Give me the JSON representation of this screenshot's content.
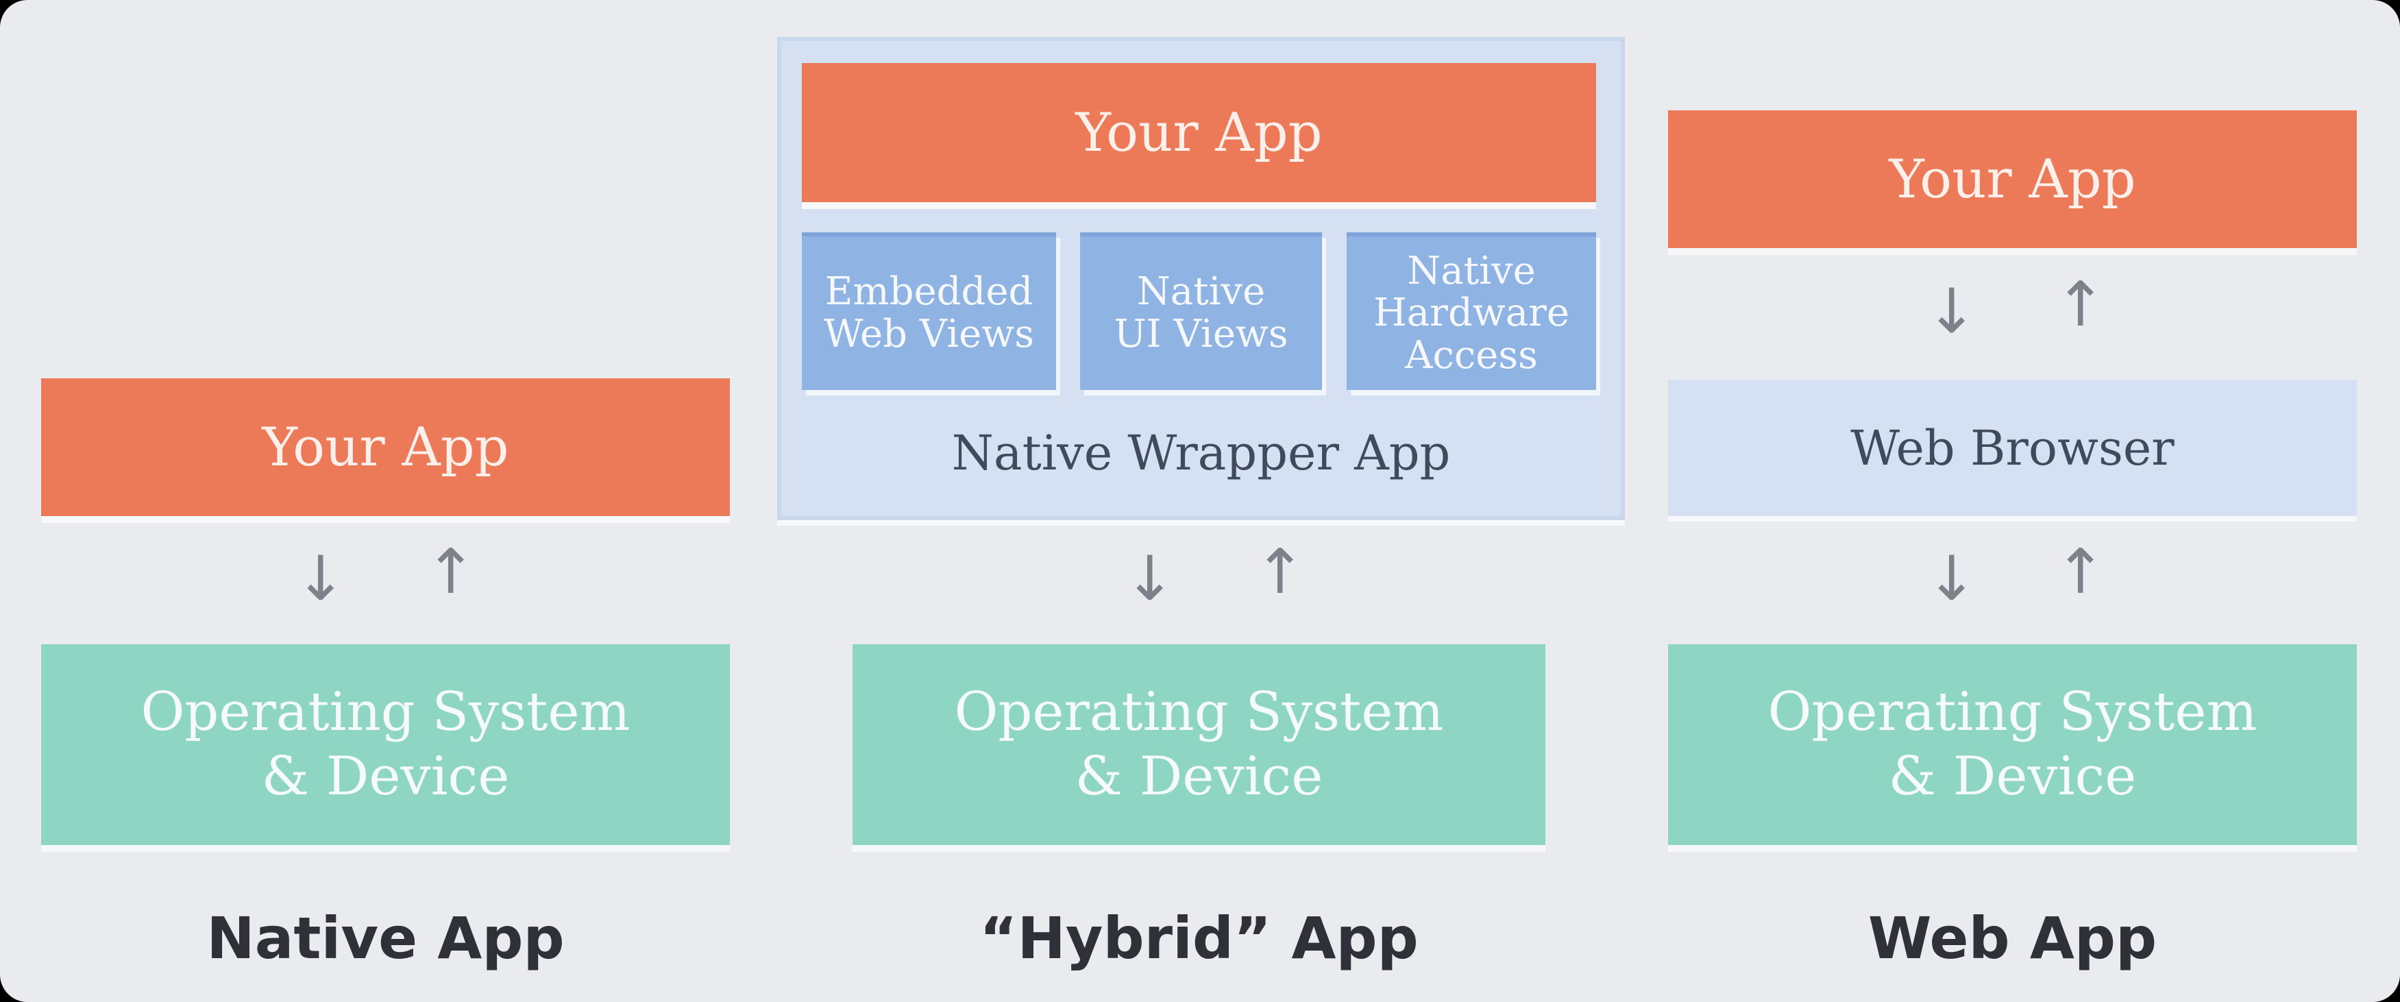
{
  "colors": {
    "background": "#e9ebef",
    "app": "#ec7a58",
    "os": "#8fd5c4",
    "wrapper": "#d5e1f3",
    "component": "#8fb3e3"
  },
  "native": {
    "app": "Your App",
    "os_line1": "Operating System",
    "os_line2": "& Device",
    "title": "Native App"
  },
  "hybrid": {
    "app": "Your App",
    "components": [
      {
        "l1": "Embedded",
        "l2": "Web Views"
      },
      {
        "l1": "Native",
        "l2": "UI Views"
      },
      {
        "l1": "Native",
        "l2": "Hardware",
        "l3": "Access"
      }
    ],
    "wrapper": "Native Wrapper App",
    "os_line1": "Operating System",
    "os_line2": "& Device",
    "title": "“Hybrid” App"
  },
  "web": {
    "app": "Your App",
    "browser": "Web Browser",
    "os_line1": "Operating System",
    "os_line2": "& Device",
    "title": "Web App"
  },
  "arrows": {
    "down": "↓",
    "up": "↑"
  }
}
